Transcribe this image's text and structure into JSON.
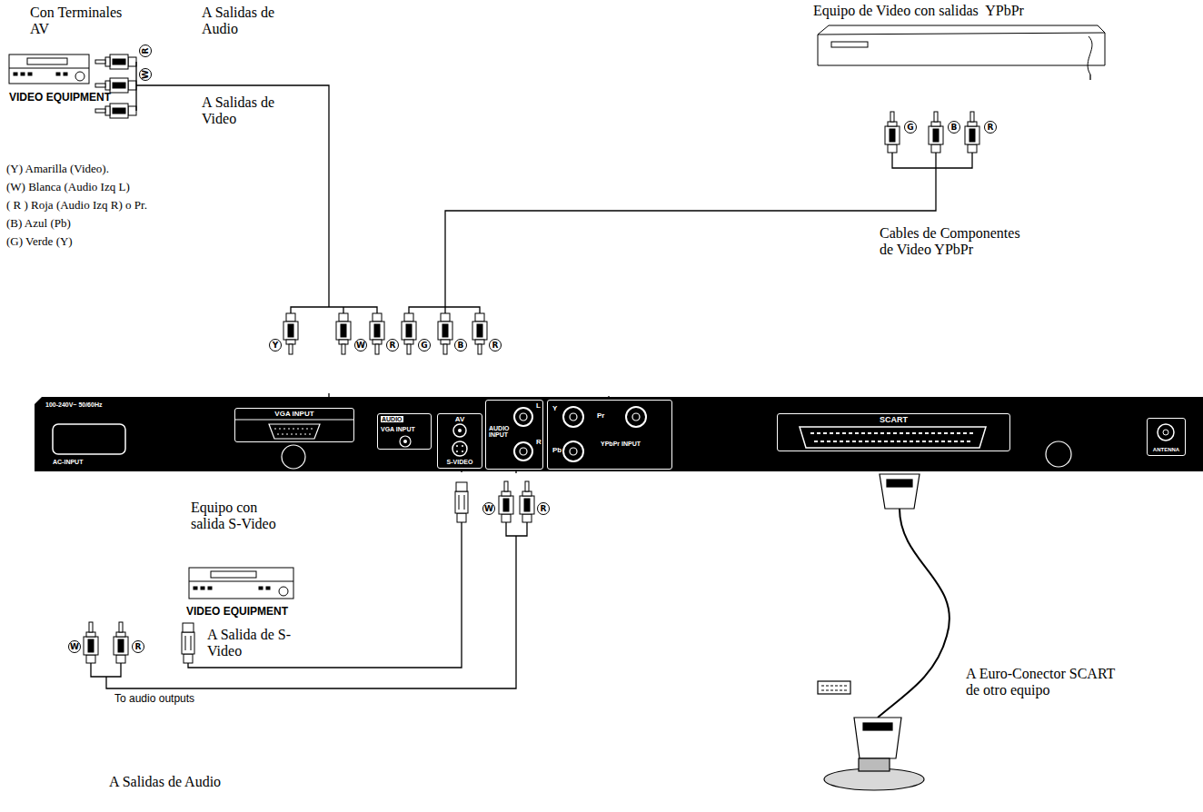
{
  "diagram": {
    "nodes": [
      {
        "text": [
          "Con Terminales AV",
          "VIDEO EQUIPMENT"
        ]
      },
      {
        "text": [
          "Equipo de Video con salidas  YPbPr"
        ]
      },
      {
        "text": [
          "100-240V~ 50/60Hz",
          "AC-INPUT"
        ]
      },
      {
        "text": [
          "VGA INPUT"
        ],
        "in": 2
      },
      {
        "text": [
          "AUDIO",
          "VGA INPUT"
        ],
        "in": 2
      },
      {
        "text": [
          "AV",
          "S-VIDEO"
        ],
        "in": 2
      },
      {
        "text": [
          "AUDIO INPUT",
          "L",
          "R"
        ],
        "in": 2
      },
      {
        "text": [
          "Y",
          "Pr",
          "Pb",
          "YPbPr INPUT"
        ],
        "in": 2
      },
      {
        "text": [
          "SCART"
        ],
        "in": 2
      },
      {
        "text": [
          "ANTENNA"
        ],
        "in": 2
      },
      {
        "text": [
          "Equipo con salida S-Video",
          "VIDEO EQUIPMENT"
        ]
      }
    ],
    "edges": [
      {
        "from": 0,
        "to": 2,
        "arrow": "none"
      },
      {
        "from": 1,
        "to": 7,
        "arrow": "none",
        "label": "Cables de Componentes de Video YPbPr"
      },
      {
        "from": 10,
        "to": 5,
        "arrow": "none"
      },
      {
        "from": 10,
        "to": 6,
        "arrow": "none",
        "label": "To audio outputs"
      }
    ],
    "labels": [
      "A Salidas de Audio",
      "A Salidas de Video",
      "R",
      "W",
      "(Y) Amarilla (Video).",
      "(W) Blanca (Audio Izq L)",
      "( R ) Roja (Audio Izq R) o Pr.",
      "(B) Azul (Pb)",
      "(G) Verde (Y)",
      "G",
      "B",
      "R",
      "Y",
      "W",
      "R",
      "G",
      "B",
      "R",
      "W",
      "R",
      "W",
      "R",
      "A Salida de S-Video",
      "A Salidas de Audio",
      "A Euro-Conector SCART de otro equipo"
    ]
  }
}
